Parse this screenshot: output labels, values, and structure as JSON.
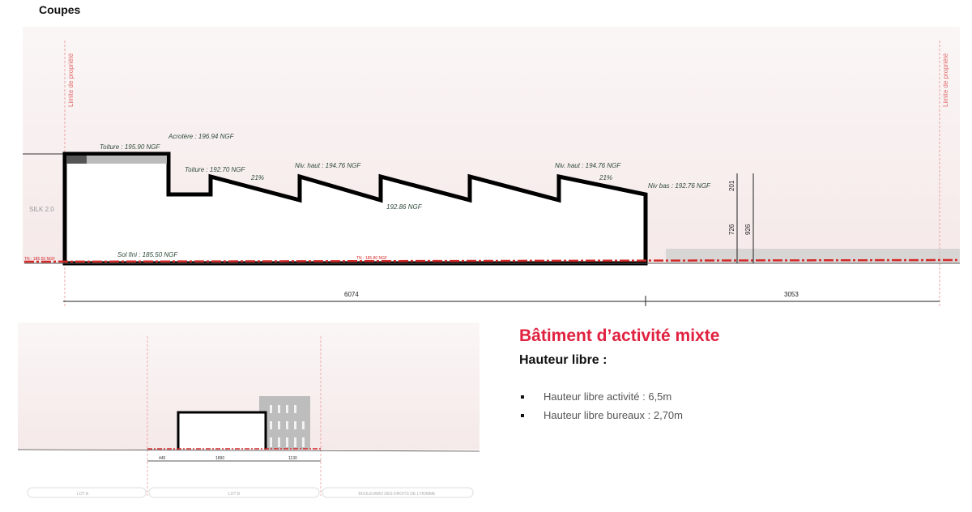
{
  "page": {
    "title": "Coupes"
  },
  "main_section": {
    "limit_label": "Limite de propriété",
    "silk": "SILK 2.0",
    "labels": {
      "toiture1": "Toiture : 195.90 NGF",
      "acrotere": "Acrotère : 196.94 NGF",
      "toiture2": "Toiture : 192.70 NGF",
      "niv_haut1": "Niv. haut : 194.76 NGF",
      "niv_haut2": "Niv. haut : 194.76 NGF",
      "niv_bas": "Niv bas : 192.76 NGF",
      "low": "192.86 NGF",
      "slope1": "21%",
      "slope2": "21%",
      "sol_fini": "Sol fini : 185.50 NGF",
      "tn_left": "TN : 185.55 NGF",
      "tn_mid": "TN : 185.80 NGF"
    },
    "dims": {
      "d1": "6074",
      "d2": "3053",
      "v1": "201",
      "v2": "726",
      "v3": "926"
    }
  },
  "small_section": {
    "lots": [
      "LOT A",
      "LOT B",
      "BOULEVARD DES DROITS DE L'HOMME"
    ],
    "dims": [
      "445",
      "1890",
      "1130"
    ]
  },
  "info": {
    "heading": "Bâtiment d’activité mixte",
    "subheading": "Hauteur libre :",
    "bullets": [
      "Hauteur libre activité : 6,5m",
      "Hauteur libre bureaux : 2,70m"
    ]
  },
  "colors": {
    "accent": "#e0213f",
    "panel": "#f7eeee"
  }
}
